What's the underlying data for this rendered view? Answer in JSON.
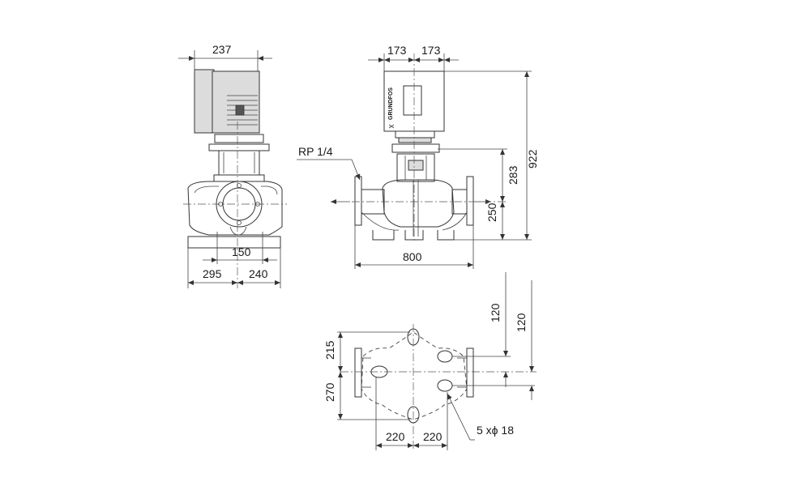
{
  "colors": {
    "line": "#333333",
    "background": "#ffffff",
    "motor_fill": "#dcdcdc"
  },
  "brand": {
    "logo_text": "GRUNDFOS"
  },
  "side_view": {
    "motor_width": "237",
    "flange_spacing": "150",
    "left_offset": "295",
    "right_offset": "240"
  },
  "front_view": {
    "half_width_left": "173",
    "half_width_right": "173",
    "connection_label": "RP 1/4",
    "total_height": "922",
    "upper_height": "283",
    "axis_height": "250",
    "port_to_port": "800"
  },
  "plan_view": {
    "upper_offset": "215",
    "lower_offset": "270",
    "left_spacing": "220",
    "right_spacing": "220",
    "hole_offset_1": "120",
    "hole_offset_2": "120",
    "holes_label": "5  xϕ 18"
  }
}
